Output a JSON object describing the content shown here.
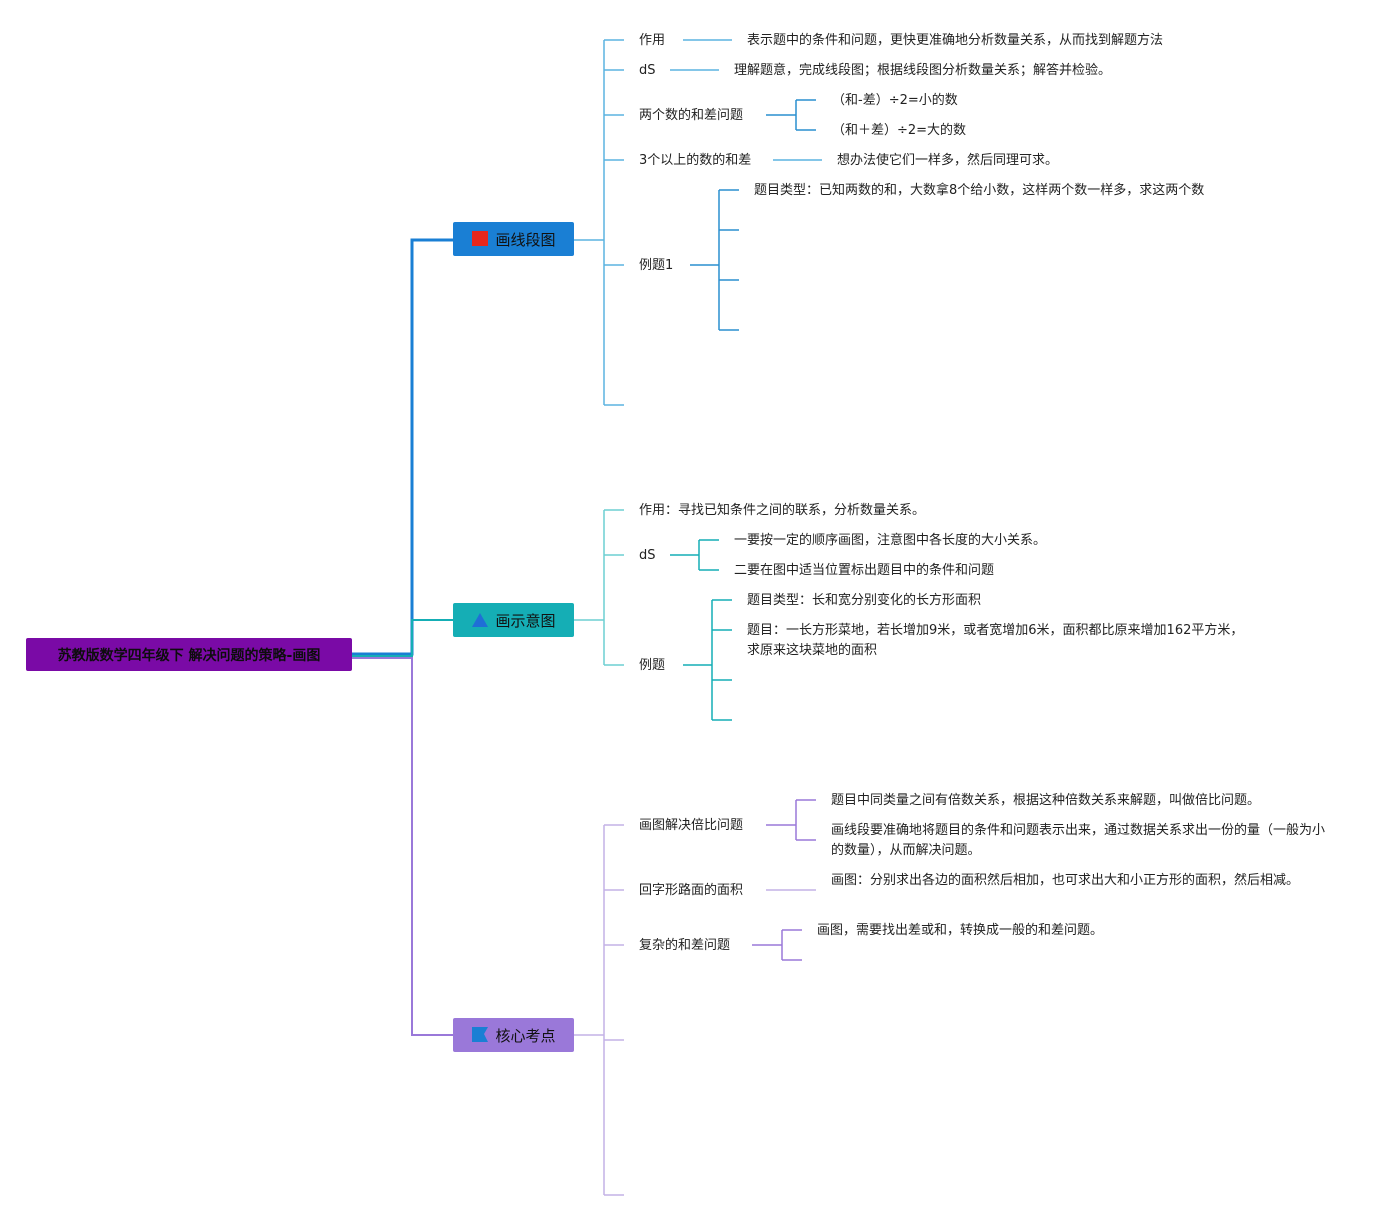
{
  "root": {
    "label": "苏教版数学四年级下 解决问题的策略-画图"
  },
  "branch1": {
    "label": "画线段图",
    "icon": "red-flag-icon",
    "items": {
      "use_label": "作用",
      "use_text": "表示题中的条件和问题，更快更准确地分析数量关系，从而找到解题方法",
      "ds_label": "dS",
      "ds_text": "理解题意，完成线段图；根据线段图分析数量关系；解答并检验。",
      "sumdiff_label": "两个数的和差问题",
      "sumdiff_small": "（和-差）÷2=小的数",
      "sumdiff_big": "（和＋差）÷2=大的数",
      "multi_label": "3个以上的数的和差",
      "multi_text": "想办法使它们一样多，然后同理可求。",
      "example_label": "例题1",
      "example_type": "题目类型：已知两数的和，大数拿8个给小数，这样两个数一样多，求这两个数"
    }
  },
  "branch2": {
    "label": "画示意图",
    "icon": "triangle-icon",
    "items": {
      "use_text": "作用：寻找已知条件之间的联系，分析数量关系。",
      "ds_label": "dS",
      "ds_1": "一要按一定的顺序画图，注意图中各长度的大小关系。",
      "ds_2": "二要在图中适当位置标出题目中的条件和问题",
      "example_label": "例题",
      "example_type": "题目类型：长和宽分别变化的长方形面积",
      "example_q": "题目：一长方形菜地，若长增加9米，或者宽增加6米，面积都比原来增加162平方米，求原来这块菜地的面积"
    }
  },
  "branch3": {
    "label": "核心考点",
    "icon": "blue-flag-icon",
    "items": {
      "ratio_label": "画图解决倍比问题",
      "ratio_1": "题目中同类量之间有倍数关系，根据这种倍数关系来解题，叫做倍比问题。",
      "ratio_2": "画线段要准确地将题目的条件和问题表示出来，通过数据关系求出一份的量（一般为小的数量），从而解决问题。",
      "ring_label": "回字形路面的面积",
      "ring_text": "画图：分别求出各边的面积然后相加，也可求出大和小正方形的面积，然后相减。",
      "complex_label": "复杂的和差问题",
      "complex_text": "画图，需要找出差或和，转换成一般的和差问题。"
    }
  },
  "colors": {
    "root": "#7a0aa6",
    "branch1": "#1a7fd4",
    "branch2": "#15aeb5",
    "branch3": "#9a78d9"
  }
}
